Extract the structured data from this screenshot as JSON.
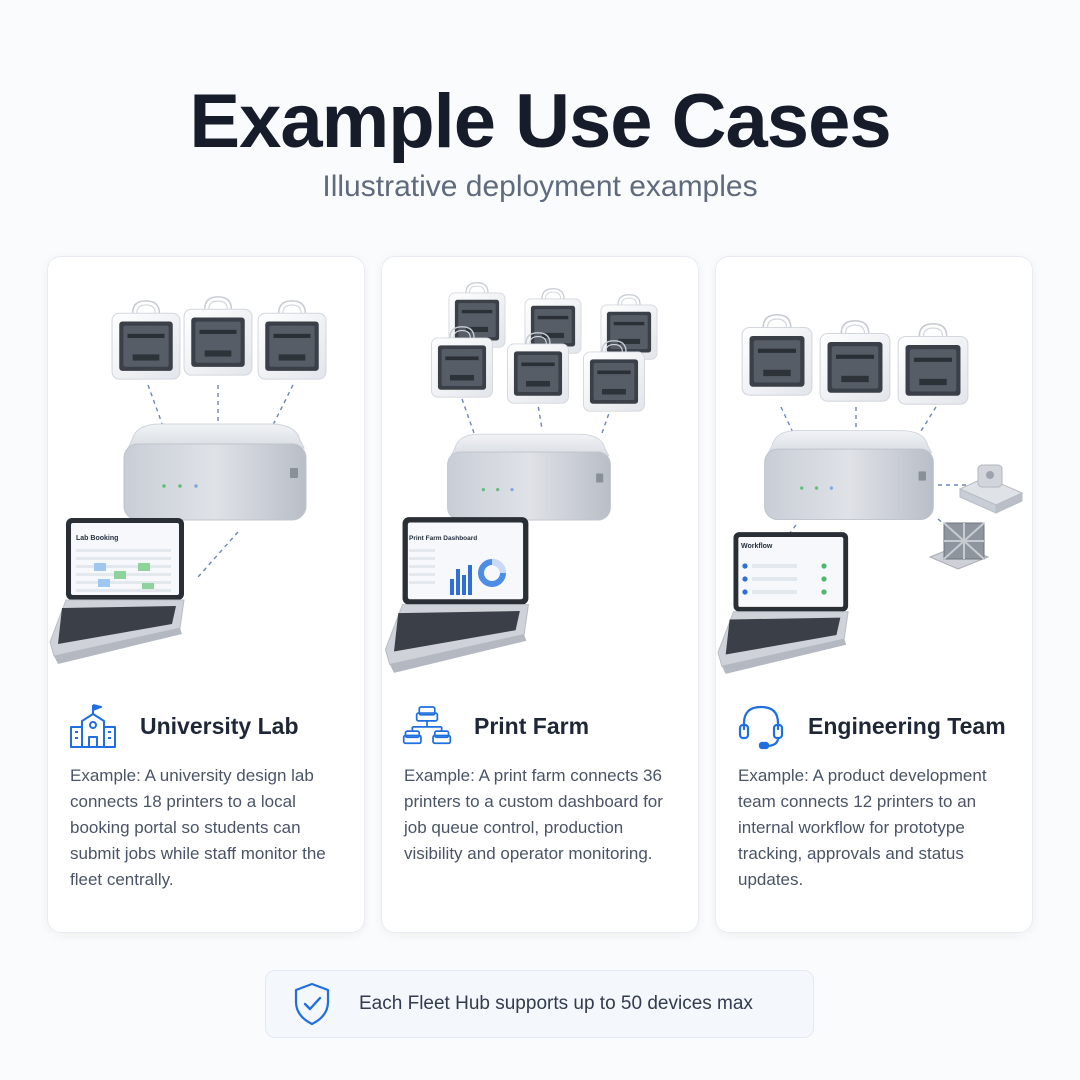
{
  "header": {
    "title": "Example Use Cases",
    "subtitle": "Illustrative deployment examples"
  },
  "cards": [
    {
      "icon": "school-building-icon",
      "title": "University Lab",
      "screen_label": "Lab Booking",
      "description": "Example: A university design lab connects 18 printers to a local booking portal so students can submit jobs while staff monitor the fleet centrally."
    },
    {
      "icon": "network-hierarchy-icon",
      "title": "Print Farm",
      "screen_label": "Print Farm Dashboard",
      "description": "Example: A print farm connects 36 printers to a custom dashboard for job queue control, production visibility and operator monitoring."
    },
    {
      "icon": "headset-icon",
      "title": "Engineering Team",
      "screen_label": "Workflow",
      "description": "Example: A product development team connects 12 printers to an internal workflow for prototype tracking, approvals and status updates."
    }
  ],
  "footer": {
    "icon": "shield-check-icon",
    "text": "Each Fleet Hub supports up to 50 devices max"
  },
  "colors": {
    "accent": "#1f6fe0",
    "title": "#161c2a",
    "subtitle": "#5f6a7d",
    "card_bg": "#ffffff",
    "footer_bg": "#f4f7fc"
  }
}
